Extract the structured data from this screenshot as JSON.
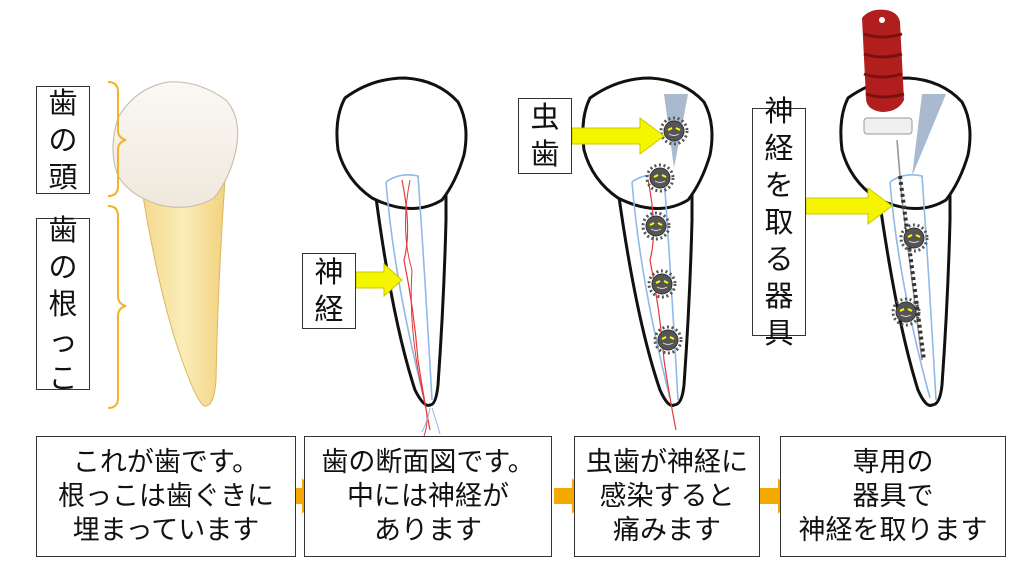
{
  "labels": {
    "crown": [
      "歯",
      "の",
      "頭"
    ],
    "root": [
      "歯",
      "の",
      "根",
      "っ",
      "こ"
    ],
    "nerve": [
      "神",
      "経"
    ],
    "cavity": [
      "虫",
      "歯"
    ],
    "tool": [
      "神",
      "経",
      "を",
      "取",
      "る",
      "器",
      "具"
    ]
  },
  "captions": [
    [
      "これが歯です。",
      "根っこは歯ぐきに",
      "埋まっています"
    ],
    [
      "歯の断面図です。",
      "中には神経が",
      "あります"
    ],
    [
      "虫歯が神経に",
      "感染すると",
      "痛みます"
    ],
    [
      "専用の",
      "器具で",
      "神経を取ります"
    ]
  ],
  "colors": {
    "crown": "#f7f3ec",
    "root": "#f9e6a6",
    "bracket": "#f0b429",
    "arrow_yellow": "#f5f500",
    "arrow_orange": "#f5a800",
    "canal_blue": "#8fb9e8",
    "nerve_red": "#e23a3a",
    "handle_red": "#b01e1e",
    "bacteria": "#555555"
  }
}
